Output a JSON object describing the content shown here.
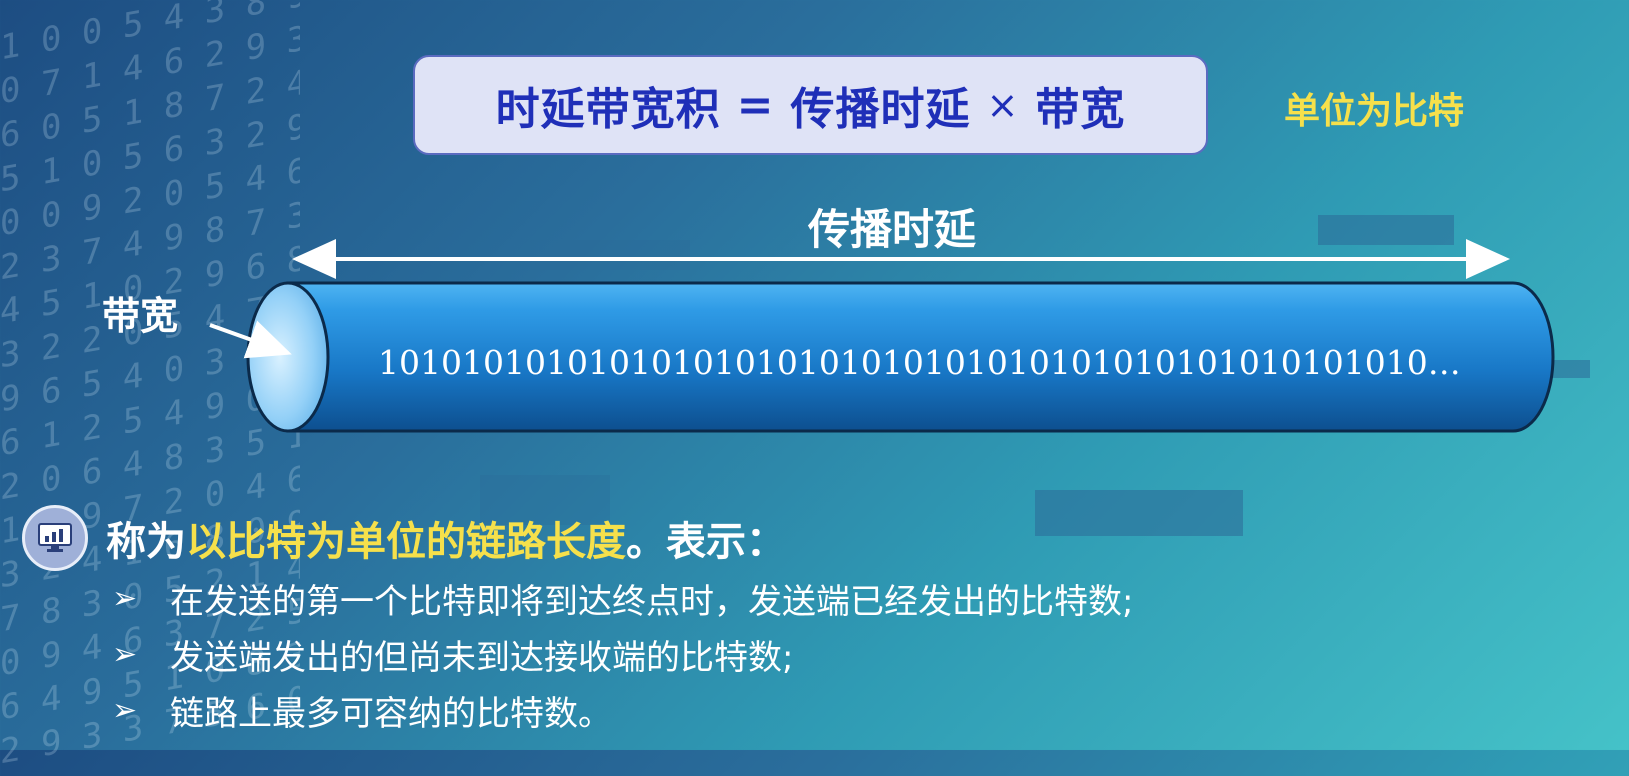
{
  "formula": {
    "lhs": "时延带宽积",
    "equals": "=",
    "term1": "传播时延",
    "times": "×",
    "term2": "带宽"
  },
  "unit_note": "单位为比特",
  "diagram": {
    "delay_label": "传播时延",
    "bandwidth_label": "带宽",
    "bits": "10101010101010101010101010101010101010101010101010…"
  },
  "heading": {
    "prefix": "称为",
    "highlight": "以比特为单位的链路长度",
    "suffix": "。表示："
  },
  "bullets": [
    "在发送的第一个比特即将到达终点时，发送端已经发出的比特数;",
    "发送端发出的但尚未到达接收端的比特数;",
    "链路上最多可容纳的比特数。"
  ],
  "bullet_marker": "➢",
  "background_digits": "1 0 0 5 4 3 8 9\n0 7 1 4 6 2 9 3\n6 0 5 1 8 7 2 4\n5 1 0 5 6 3 2 9\n0 0 9 2 0 5 4 6\n2 3 7 4 9 8 7 3\n4 5 1 0 2 9 6 8\n3 2 2 0 5 4 7 1\n9 6 5 4 0 3 8 2\n6 1 2 5 4 9 0 7\n2 0 6 4 8 3 5 1\n1 5 9 7 2 0 4 6\n3 2 4 1 6 8 0 9\n7 8 3 0 5 2 1 4\n0 9 4 6 3 7 2 5\n6 4 9 5 1 0 8 3\n2 9 3 3 7 5 6 0\n8 4 1 2 6 9 3 7",
  "colors": {
    "formula_text": "#1f2fb8",
    "highlight": "#f6e04b",
    "pipe": "#1a86d6"
  }
}
